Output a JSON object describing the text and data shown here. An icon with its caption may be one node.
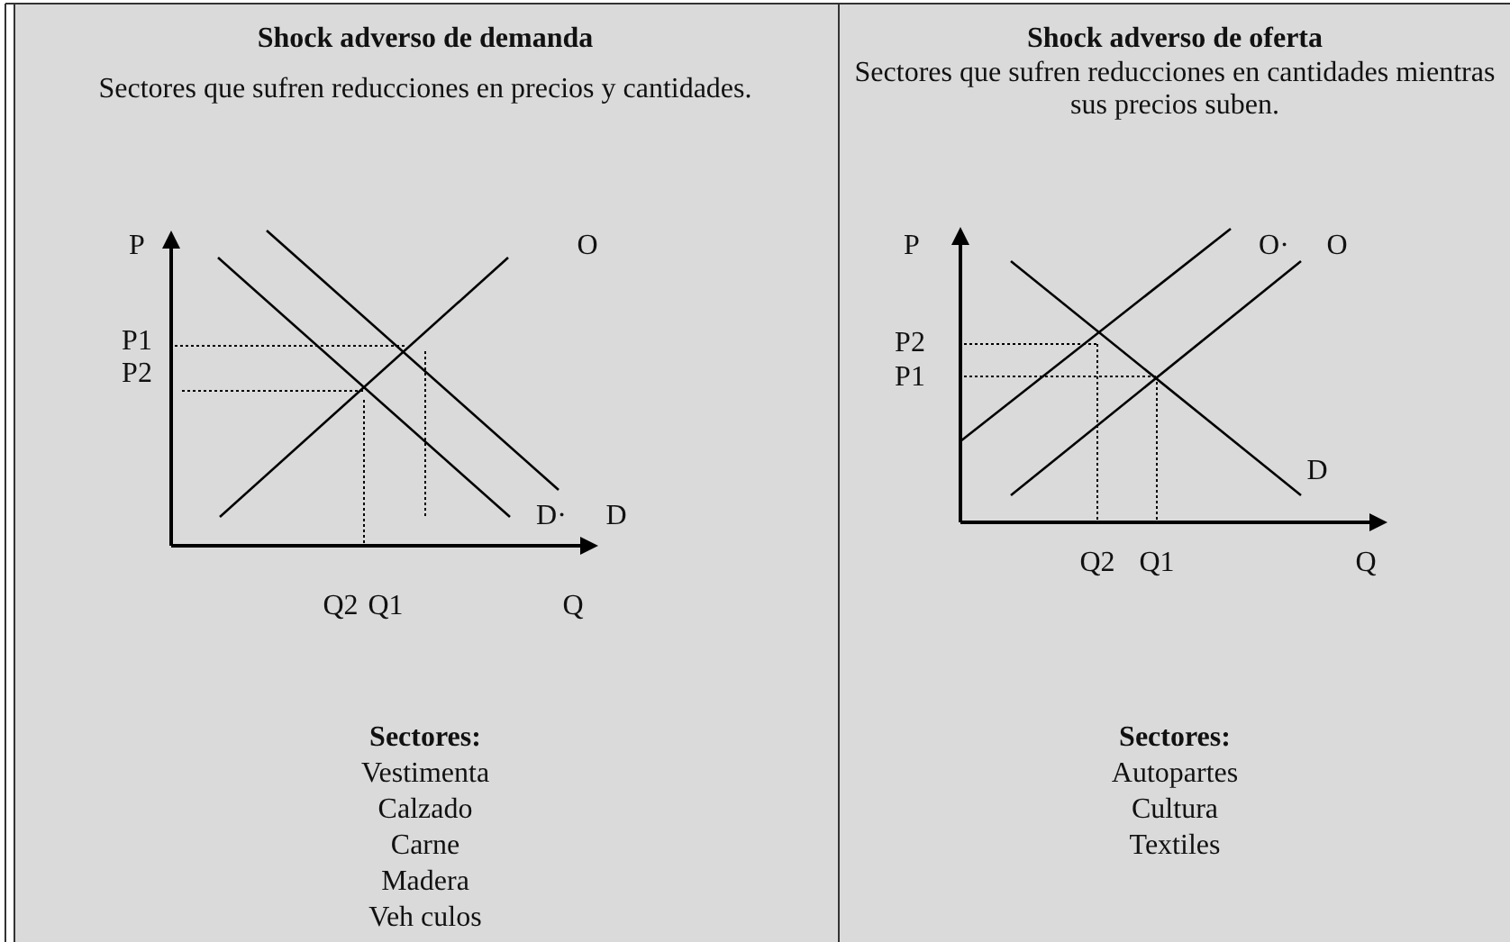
{
  "diagram": {
    "labels": [
      "Shock adverso de demanda",
      "Sectores que sufren reducciones en precios y cantidades.",
      "P",
      "O",
      "P1",
      "P2",
      "D·",
      "D",
      "Q2",
      "Q1",
      "Q",
      "Sectores:",
      "Vestimenta",
      "Calzado",
      "Carne",
      "Madera",
      "Veh culos",
      "Shock adverso de oferta",
      "Sectores que sufren reducciones en cantidades mientras sus precios suben.",
      "P",
      "O·",
      "O",
      "P2",
      "P1",
      "D",
      "Q2",
      "Q1",
      "Q",
      "Sectores:",
      "Autopartes",
      "Cultura",
      "Textiles"
    ]
  }
}
